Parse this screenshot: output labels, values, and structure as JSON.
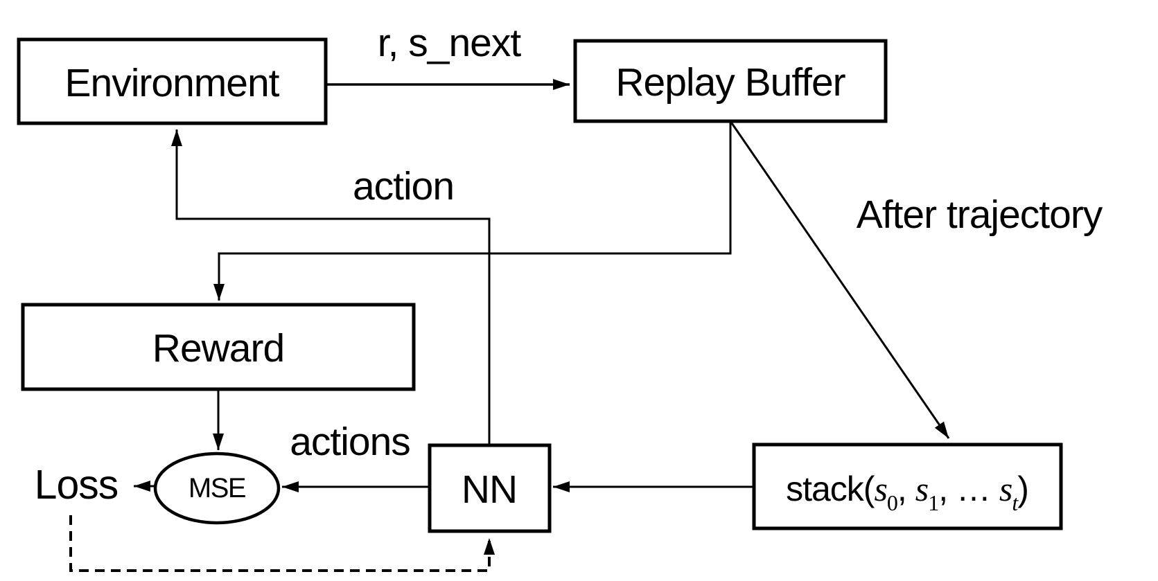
{
  "diagram": {
    "colors": {
      "ink": "#000000",
      "background": "#ffffff"
    },
    "nodes": {
      "environment": {
        "label": "Environment"
      },
      "replay_buffer": {
        "label": "Replay Buffer"
      },
      "reward": {
        "label": "Reward"
      },
      "nn": {
        "label": "NN"
      },
      "mse": {
        "label": "MSE"
      },
      "loss": {
        "label": "Loss"
      },
      "stack": {
        "func": "stack(",
        "s0_base": "s",
        "s0_sub": "0",
        "sep1": ", ",
        "s1_base": "s",
        "s1_sub": "1",
        "sep2": ", … ",
        "st_base": "s",
        "st_sub": "t",
        "close": ")"
      }
    },
    "edge_labels": {
      "reward_next_state": "r, s_next",
      "action": "action",
      "actions": "actions",
      "after_trajectory": "After trajectory"
    }
  }
}
